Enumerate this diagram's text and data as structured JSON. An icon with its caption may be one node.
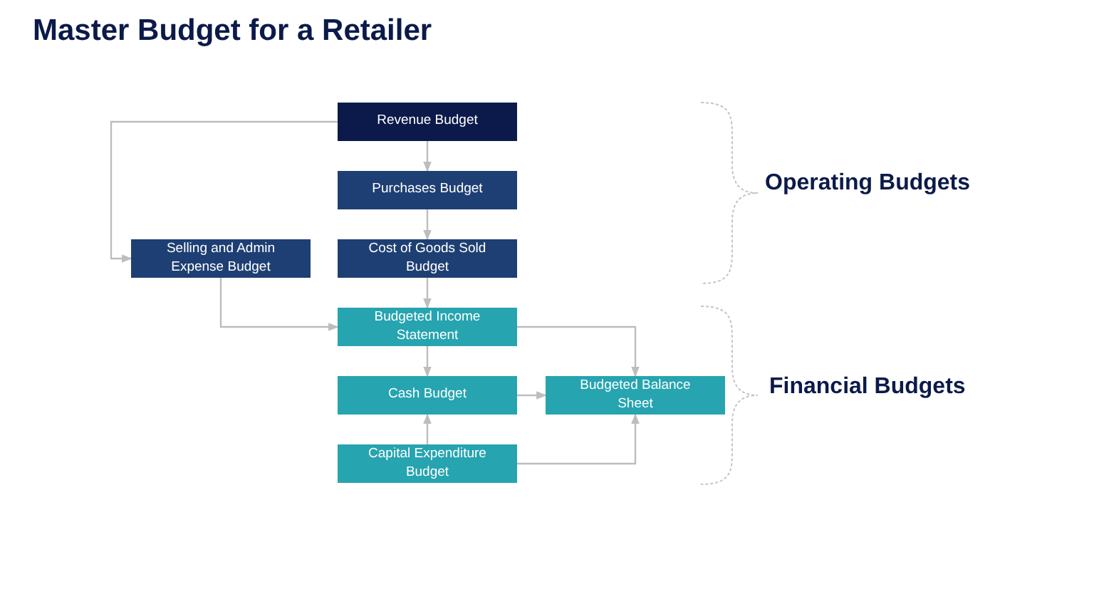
{
  "diagram": {
    "title": "Master Budget for a Retailer",
    "nodes": [
      {
        "text": [
          "Revenue Budget"
        ]
      },
      {
        "text": [
          "Purchases Budget"
        ]
      },
      {
        "text": [
          "Cost of Goods Sold Budget"
        ]
      },
      {
        "text": [
          "Selling and Admin Expense Budget"
        ]
      },
      {
        "text": [
          "Budgeted Income Statement"
        ]
      },
      {
        "text": [
          "Cash Budget"
        ]
      },
      {
        "text": [
          "Budgeted Balance Sheet"
        ]
      },
      {
        "text": [
          "Capital Expenditure Budget"
        ]
      }
    ],
    "edges": [
      {
        "from": 0,
        "to": 1,
        "arrow": "to"
      },
      {
        "from": 1,
        "to": 2,
        "arrow": "to"
      },
      {
        "from": 0,
        "to": 3,
        "arrow": "to"
      },
      {
        "from": 2,
        "to": 4,
        "arrow": "to"
      },
      {
        "from": 3,
        "to": 4,
        "arrow": "to"
      },
      {
        "from": 4,
        "to": 5,
        "arrow": "to"
      },
      {
        "from": 4,
        "to": 6,
        "arrow": "to"
      },
      {
        "from": 5,
        "to": 6,
        "arrow": "to"
      },
      {
        "from": 7,
        "to": 5,
        "arrow": "to"
      },
      {
        "from": 7,
        "to": 6,
        "arrow": "to"
      }
    ],
    "labels": [
      "Operating Budgets",
      "Financial Budgets"
    ]
  }
}
